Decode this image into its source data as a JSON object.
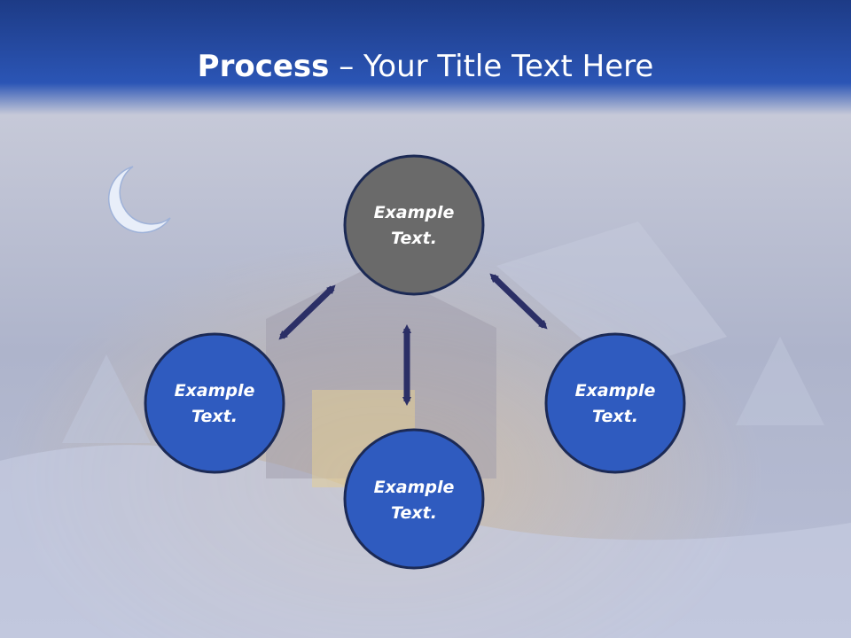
{
  "title": {
    "bold": "Process",
    "dash": " – ",
    "rest": "Your Title Text Here"
  },
  "nodes": [
    {
      "id": "top",
      "line1": "Example",
      "line2": "Text."
    },
    {
      "id": "left",
      "line1": "Example",
      "line2": "Text."
    },
    {
      "id": "right",
      "line1": "Example",
      "line2": "Text."
    },
    {
      "id": "bottom",
      "line1": "Example",
      "line2": "Text."
    }
  ],
  "colors": {
    "header": "#24479e",
    "node_blue": "#2f5bbf",
    "node_gray": "#6a6a6a",
    "node_border": "#1c2a55",
    "arrow": "#2b2f66"
  }
}
